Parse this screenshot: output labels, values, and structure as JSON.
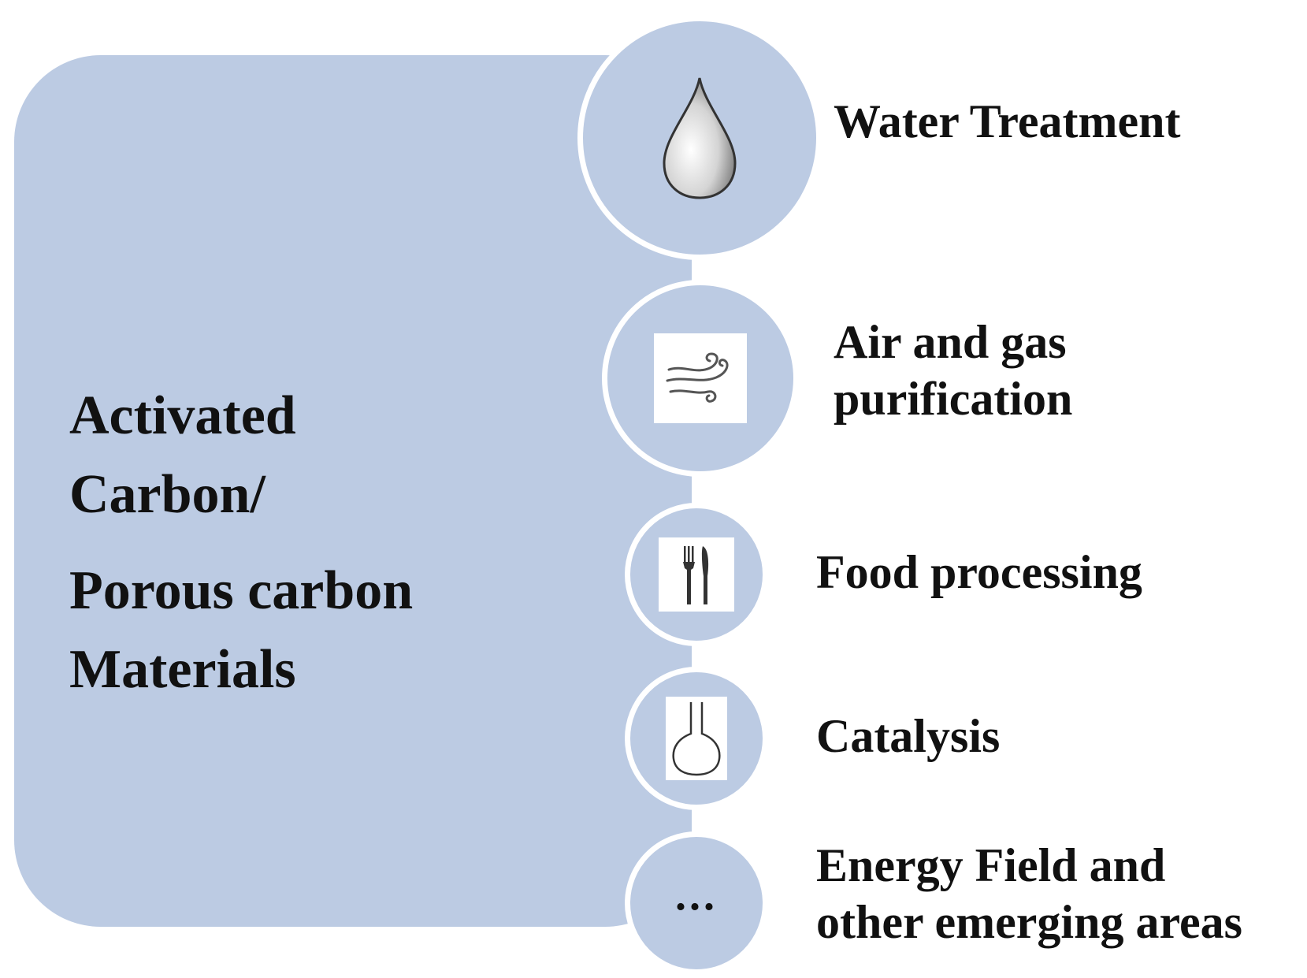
{
  "center": {
    "title_lines": [
      "Activated",
      "Carbon/",
      "Porous carbon",
      "Materials"
    ]
  },
  "applications": [
    {
      "label_lines": [
        "Water Treatment"
      ],
      "icon": "water-drop-icon"
    },
    {
      "label_lines": [
        "Air and gas",
        "purification"
      ],
      "icon": "wind-icon"
    },
    {
      "label_lines": [
        "Food processing"
      ],
      "icon": "fork-knife-icon"
    },
    {
      "label_lines": [
        "Catalysis"
      ],
      "icon": "flask-icon"
    },
    {
      "label_lines": [
        "Energy Field and",
        "other emerging areas"
      ],
      "icon": "ellipsis-icon",
      "icon_text": "..."
    }
  ],
  "colors": {
    "panel": "#bccbe3",
    "text": "#111111",
    "background": "#ffffff"
  }
}
